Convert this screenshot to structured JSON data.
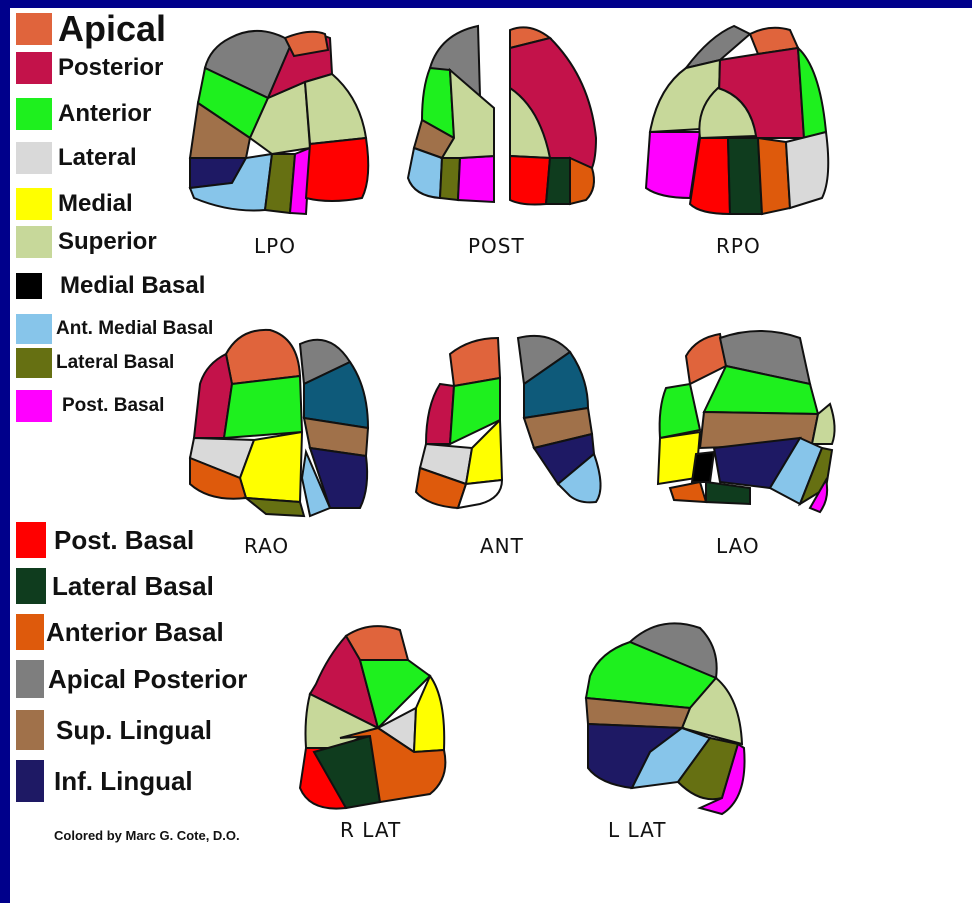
{
  "colors": {
    "apical": "#e0643c",
    "posterior": "#c3124a",
    "anterior": "#1ef01e",
    "lateral": "#d9d9d9",
    "medial": "#ffff00",
    "superior": "#c7d89a",
    "medial_basal": "#000000",
    "ant_medial_basal": "#87c5ea",
    "lateral_basal_l": "#667012",
    "post_basal_l": "#ff00ff",
    "post_basal_r": "#ff0000",
    "lateral_basal_r": "#0f3c1e",
    "anterior_basal": "#de5a0c",
    "apical_posterior": "#7e7e7e",
    "sup_lingual": "#a0714a",
    "inf_lingual": "#1e1964",
    "lingula_blue": "#0e5a7a"
  },
  "legend_top": [
    {
      "label": "Apical",
      "color": "#e0643c",
      "size": "big"
    },
    {
      "label": "Posterior",
      "color": "#c3124a",
      "size": "med"
    },
    {
      "label": "Anterior",
      "color": "#1ef01e",
      "size": "med"
    },
    {
      "label": "Lateral",
      "color": "#d9d9d9",
      "size": "med"
    },
    {
      "label": "Medial",
      "color": "#ffff00",
      "size": "med"
    },
    {
      "label": "Superior",
      "color": "#c7d89a",
      "size": "med"
    },
    {
      "label": "Medial Basal",
      "color": "#000000",
      "size": "med"
    },
    {
      "label": "Ant. Medial Basal",
      "color": "#87c5ea",
      "size": "small"
    },
    {
      "label": "Lateral Basal",
      "color": "#667012",
      "size": "small"
    },
    {
      "label": "Post. Basal",
      "color": "#ff00ff",
      "size": "small"
    }
  ],
  "legend_bottom": [
    {
      "label": "Post. Basal",
      "color": "#ff0000"
    },
    {
      "label": "Lateral Basal",
      "color": "#0f3c1e"
    },
    {
      "label": "Anterior Basal",
      "color": "#de5a0c"
    },
    {
      "label": "Apical Posterior",
      "color": "#7e7e7e"
    },
    {
      "label": "Sup. Lingual",
      "color": "#a0714a"
    },
    {
      "label": "Inf. Lingual",
      "color": "#1e1964"
    }
  ],
  "views": {
    "lpo": "LPO",
    "post": "POST",
    "rpo": "RPO",
    "rao": "RAO",
    "ant": "ANT",
    "lao": "LAO",
    "rlat": "R LAT",
    "llat": "L LAT"
  },
  "credit": "Colored by Marc G. Cote, D.O."
}
